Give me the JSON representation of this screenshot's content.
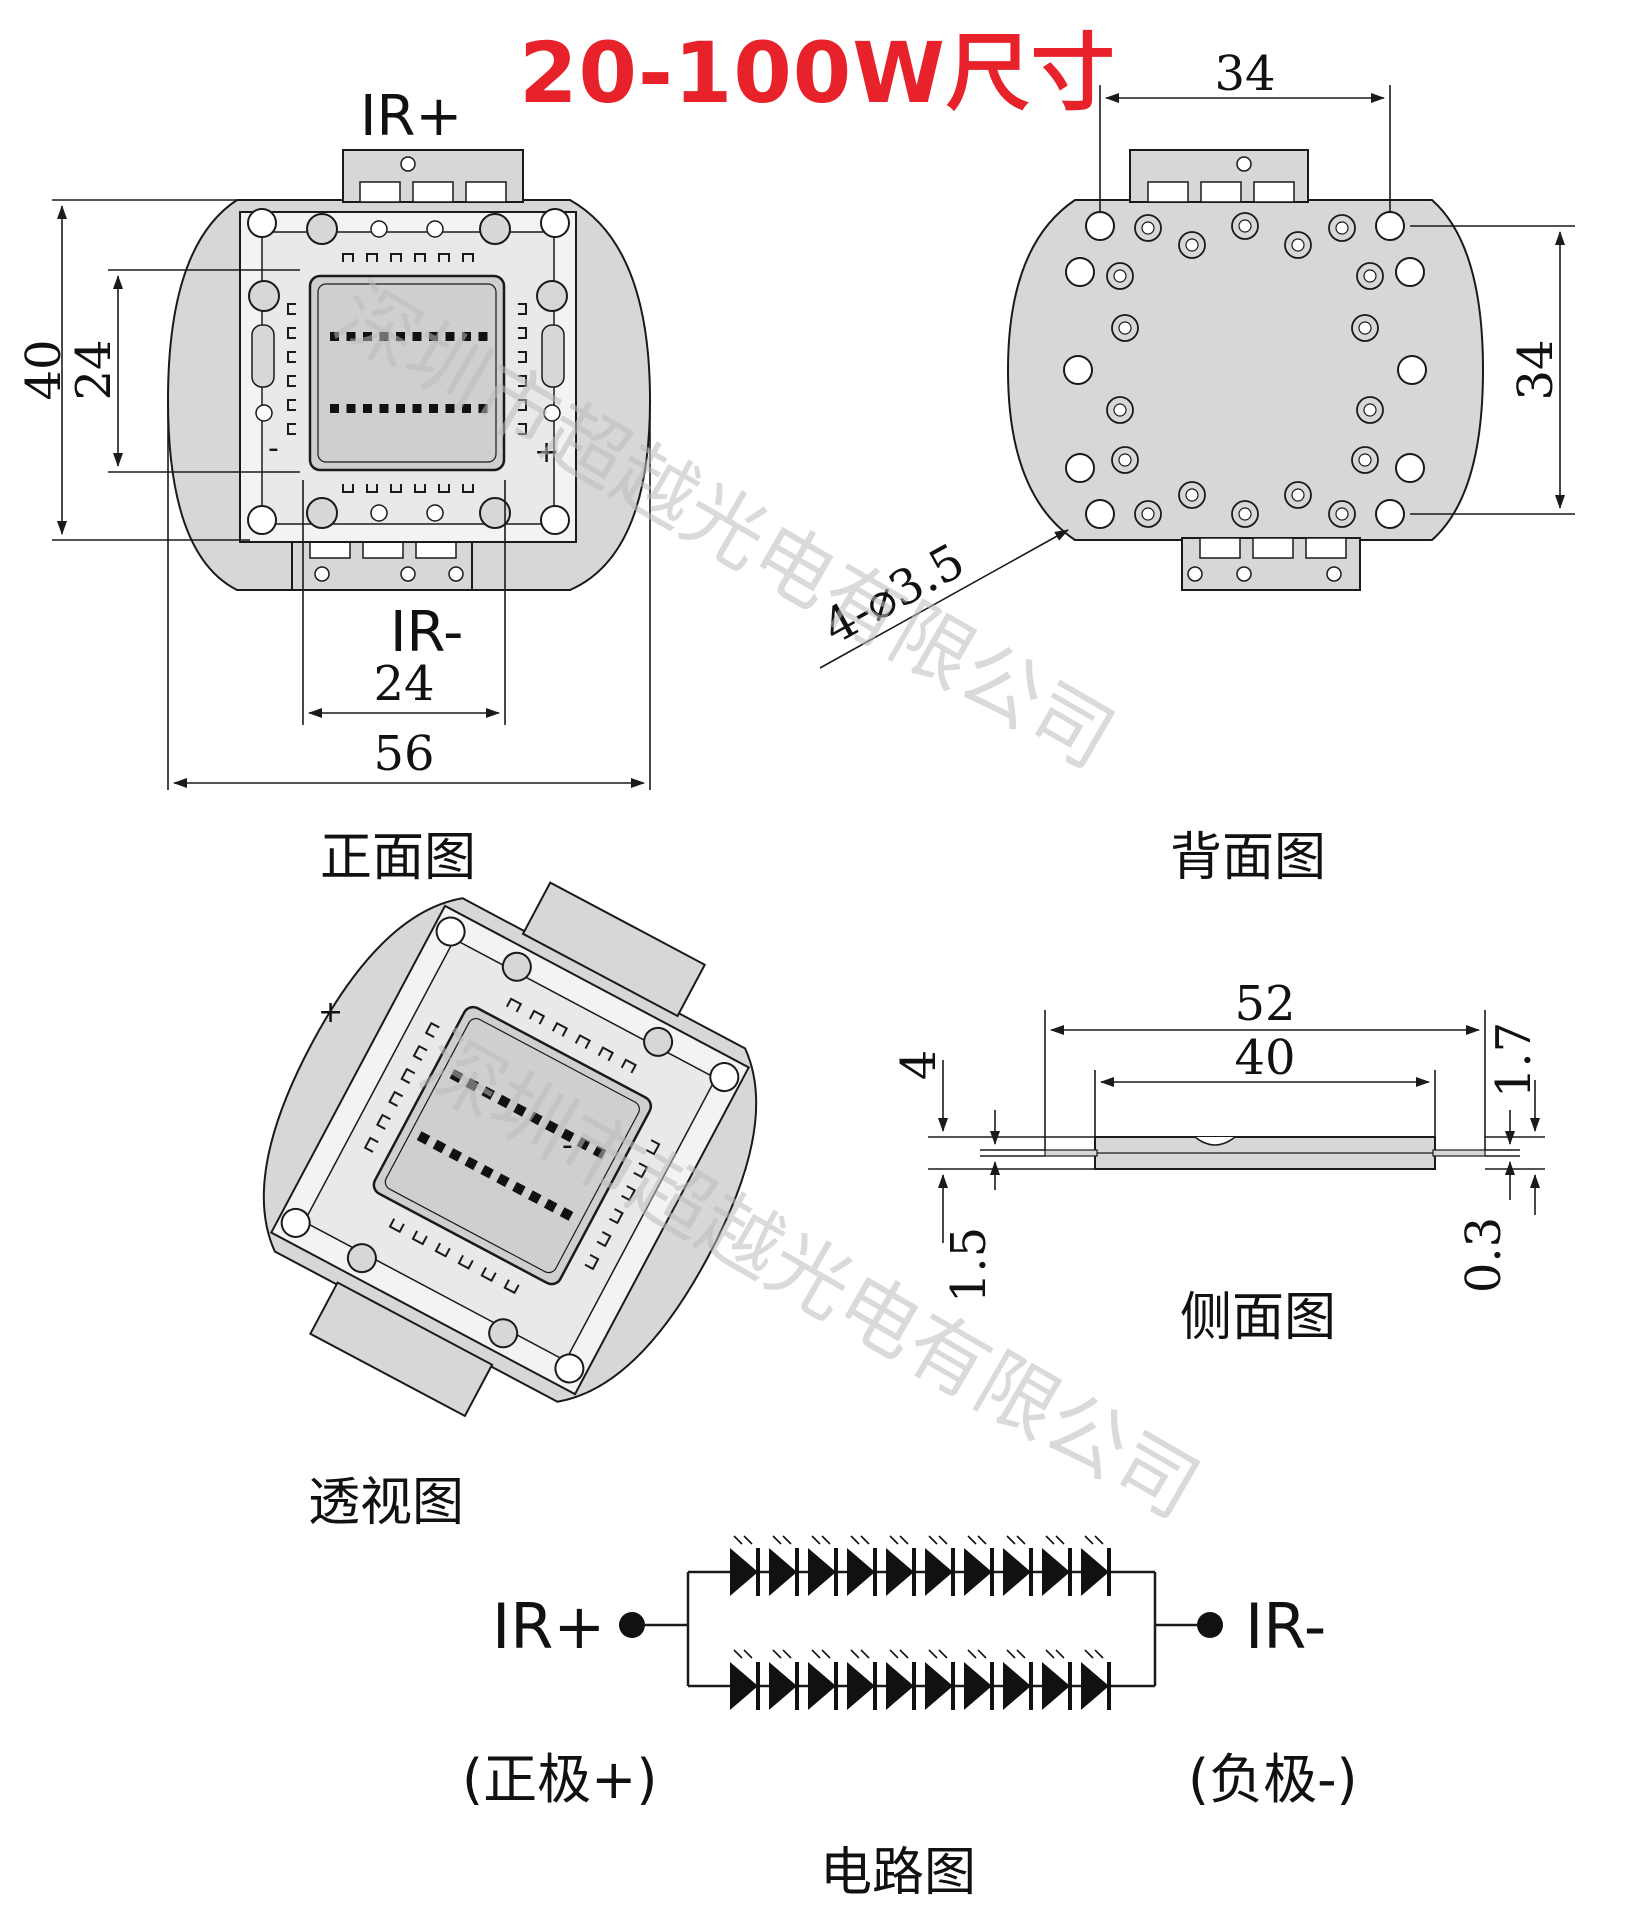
{
  "title": "20-100W尺寸",
  "views": {
    "front": {
      "caption": "正面图",
      "pin_top": "IR+",
      "pin_bottom": "IR-",
      "minus": "-",
      "plus": "+"
    },
    "back": {
      "caption": "背面图"
    },
    "perspective": {
      "caption": "透视图",
      "plus": "+",
      "minus": "-"
    },
    "side": {
      "caption": "侧面图"
    },
    "circuit": {
      "caption": "电路图",
      "pos_label": "IR+",
      "neg_label": "IR-",
      "pos_note": "(正极+)",
      "neg_note": "(负极-)",
      "rows": 2,
      "leds_per_row": 10
    }
  },
  "dimensions": {
    "front_height_outer": "40",
    "front_height_inner": "24",
    "front_width_inner": "24",
    "front_width_outer": "56",
    "back_top_width": "34",
    "back_right_height": "34",
    "back_hole": "4-⌀3.5",
    "side_total": "52",
    "side_body": "40",
    "side_left_top": "4",
    "side_left_bottom": "1.5",
    "side_right_top": "1.7",
    "side_right_bottom": "0.3"
  },
  "watermark": [
    "深圳市超越光电有限公司",
    "深圳市超越光电有限公司"
  ],
  "colors": {
    "title": "#e8222a",
    "board": "#d7d7d7",
    "line": "#1a1a1a",
    "lens": "#cfcfcf",
    "diode": "#111111"
  }
}
